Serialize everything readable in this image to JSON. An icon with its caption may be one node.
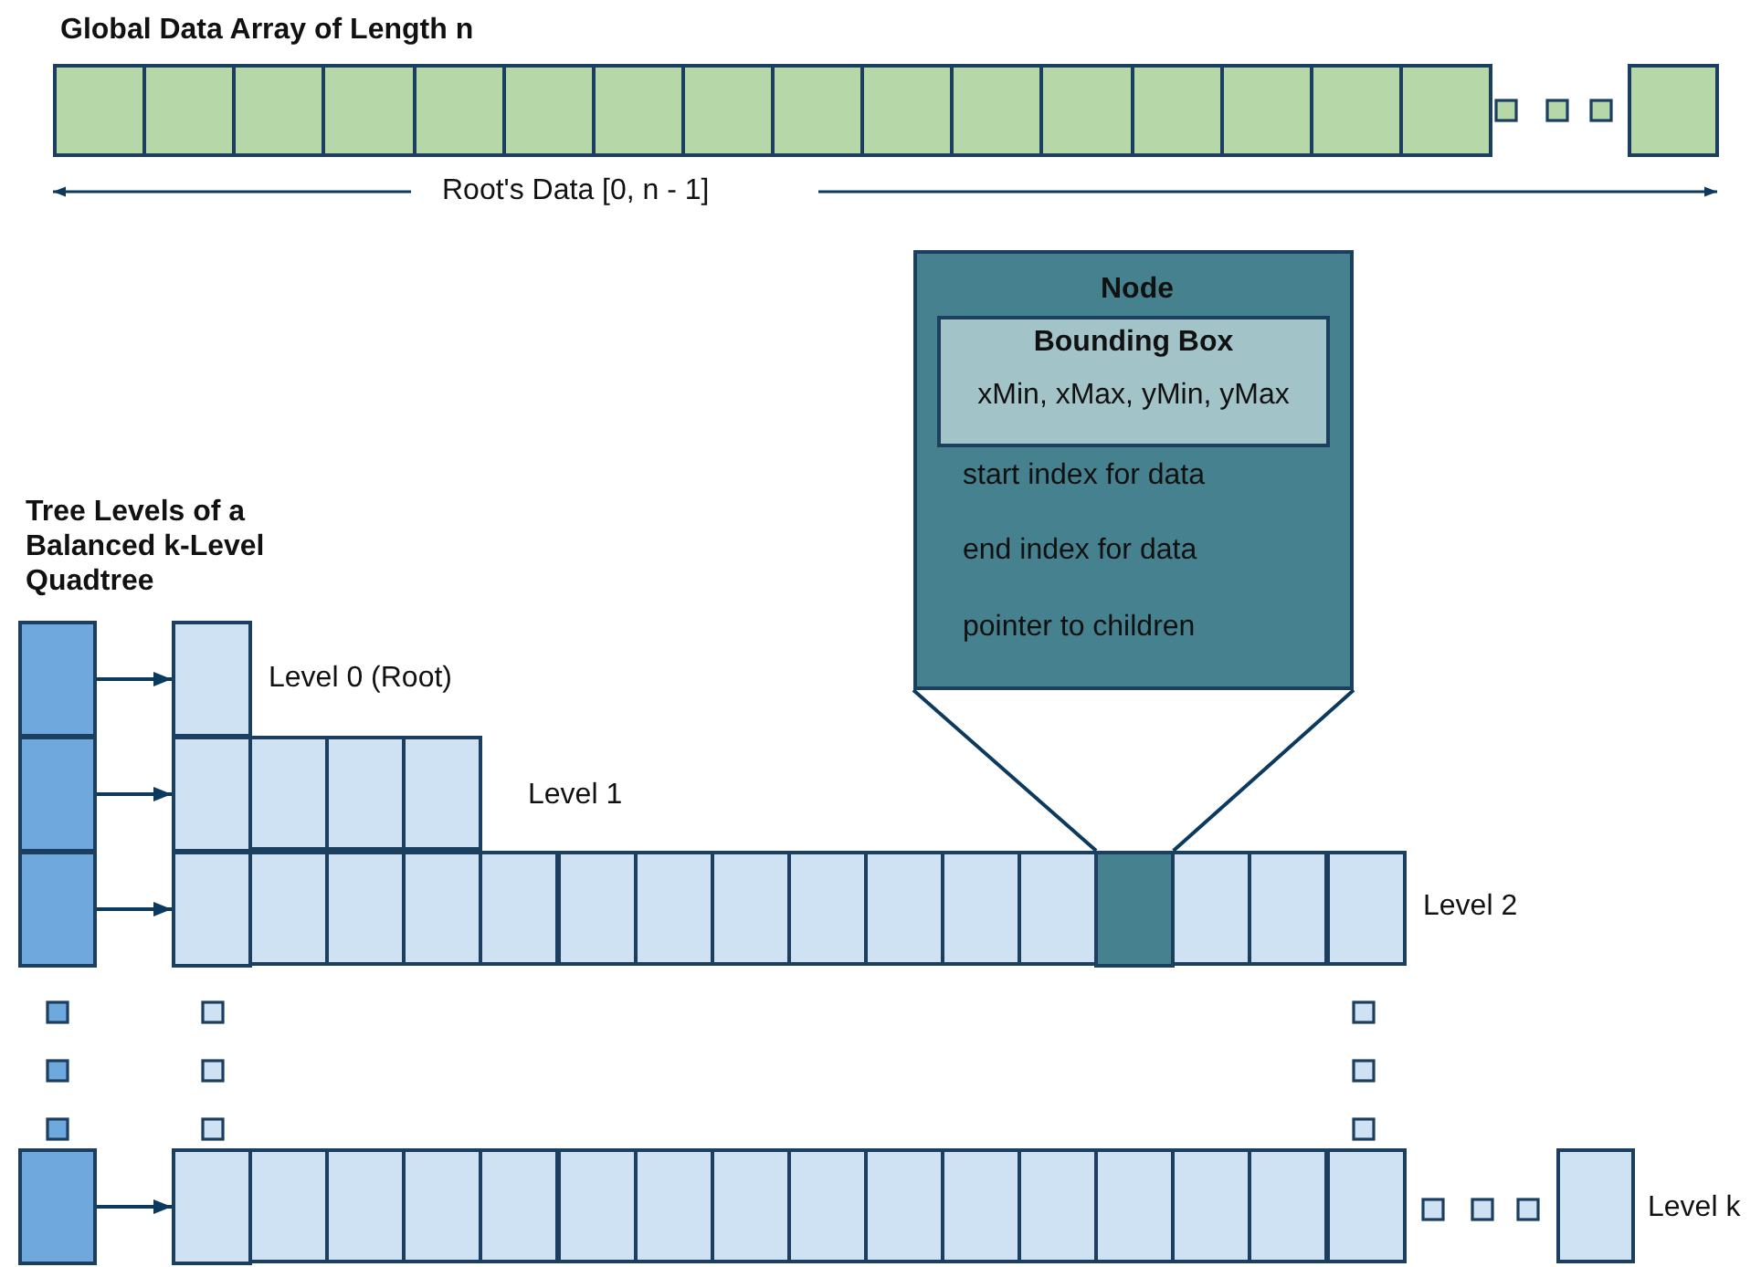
{
  "diagram": {
    "nodes": [
      {
        "text": [
          "Node",
          "start index for data",
          "end index for data",
          "pointer to children"
        ]
      },
      {
        "text": [
          "Bounding Box",
          "xMin, xMax, yMin, yMax"
        ],
        "in": 0
      },
      {
        "text": [],
        "shape": "box"
      },
      {
        "text": [],
        "shape": "box"
      },
      {
        "text": [],
        "shape": "box"
      },
      {
        "text": [],
        "shape": "box"
      },
      {
        "text": [],
        "shape": "box"
      },
      {
        "text": [],
        "shape": "box"
      },
      {
        "text": [],
        "shape": "box"
      },
      {
        "text": [],
        "shape": "box"
      },
      {
        "text": [],
        "shape": "box"
      }
    ],
    "edges": [
      {
        "from": 2,
        "to": 6,
        "arrow": "to"
      },
      {
        "from": 3,
        "to": 7,
        "arrow": "to"
      },
      {
        "from": 4,
        "to": 8,
        "arrow": "to"
      },
      {
        "from": 5,
        "to": 9,
        "arrow": "to"
      },
      {
        "from": 10,
        "to": 0,
        "arrow": "none"
      },
      {
        "from": 10,
        "to": 0,
        "arrow": "none"
      }
    ],
    "labels": [
      "Global Data Array of Length n",
      "Root's Data [0, n - 1]",
      "Tree Levels of a Balanced k-Level Quadtree",
      "Level 0 (Root)",
      "Level 1",
      "Level 2",
      "Level k"
    ]
  }
}
